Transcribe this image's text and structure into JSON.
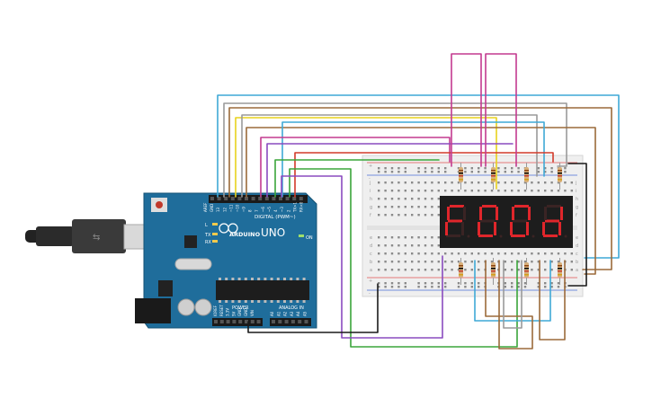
{
  "board": {
    "brand": "ARDUINO",
    "model": "UNO",
    "labels": {
      "digital": "DIGITAL (PWM~)",
      "power": "POWER",
      "analog": "ANALOG IN",
      "on": "ON",
      "l": "L",
      "tx": "TX",
      "rx": "RX",
      "aref": "AREF",
      "gnd": "GND",
      "d13": "13",
      "d12": "12",
      "d11": "~11",
      "d10": "~10",
      "d9": "~9",
      "d8": "8",
      "d7": "7",
      "d6": "~6",
      "d5": "~5",
      "d4": "4",
      "d3": "~3",
      "d2": "2",
      "d1": "TX>1",
      "d0": "RX<0",
      "ioref": "IOREF",
      "reset": "RESET",
      "v33": "3.3V",
      "v5": "5V",
      "gnd1": "GND",
      "gnd2": "GND",
      "vin": "VIN",
      "a0": "A0",
      "a1": "A1",
      "a2": "A2",
      "a3": "A3",
      "a4": "A4",
      "a5": "A5"
    }
  },
  "breadboard": {
    "rows_top": [
      "j",
      "i",
      "h",
      "g",
      "f"
    ],
    "rows_bottom": [
      "e",
      "d",
      "c",
      "b",
      "a"
    ],
    "plus": "+",
    "minus": "-"
  },
  "display": {
    "digits": [
      "F",
      "O",
      "O",
      "d"
    ],
    "segment_color": "#e0262b"
  }
}
